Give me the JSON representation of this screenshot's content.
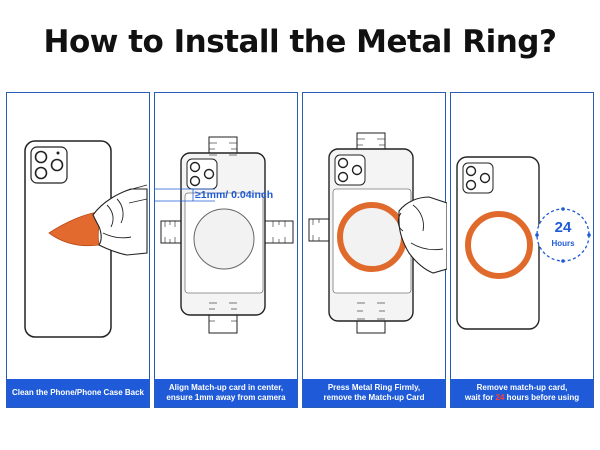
{
  "title": "How to Install the Metal Ring?",
  "steps": [
    {
      "caption": "Clean the Phone/Phone Case Back"
    },
    {
      "caption_line1": "Align Match-up card in center,",
      "caption_line2": "ensure 1mm away from camera",
      "annotation": "≥1mm/ 0.04inch"
    },
    {
      "caption_line1": "Press Metal Ring Firmly,",
      "caption_line2": "remove the Match-up Card"
    },
    {
      "caption_line1": "Remove match-up card,",
      "caption_line2_pre": "wait for ",
      "caption_line2_hl": "24",
      "caption_line2_post": " hours before using",
      "timer_value": "24",
      "timer_unit": "Hours"
    }
  ],
  "colors": {
    "accent": "#1f5bd8",
    "ring": "#e06a2c",
    "highlight": "#ff3b3b"
  }
}
